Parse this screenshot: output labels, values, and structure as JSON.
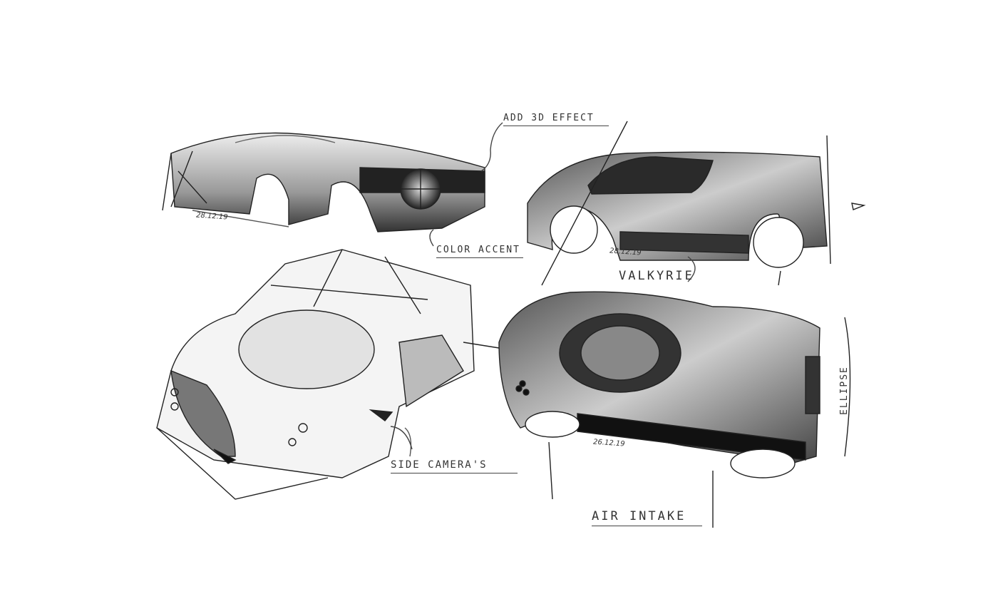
{
  "annotations": {
    "add_3d_effect": "ADD 3D EFFECT",
    "color_accent": "COLOR ACCENT",
    "valkyrie": "VALKYRIE",
    "side_cameras": "SIDE CAMERA'S",
    "air_intake": "AIR INTAKE",
    "ellipse": "ELLIPSE"
  },
  "dates": {
    "rear_sketch": "28.12.19",
    "side_sketch": "28.12.19",
    "top_sketch": "26.12.19"
  },
  "colors": {
    "ink": "#222222",
    "paper": "#ffffff",
    "shade": "#8a8a8a"
  }
}
